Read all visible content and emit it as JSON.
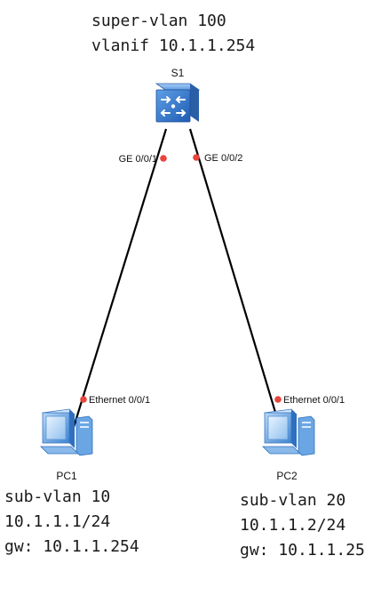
{
  "colors": {
    "background": "#ffffff",
    "link": "#000000",
    "port_dot": "#e8453c",
    "switch_blue": "#2f71c8",
    "pc_blue": "#4a8fd6"
  },
  "switch": {
    "name": "S1",
    "icon": "switch-icon",
    "label_line1": "super-vlan 100",
    "label_line2": "vlanif 10.1.1.254"
  },
  "links": [
    {
      "from_port": "GE 0/0/1",
      "to_port": "Ethernet 0/0/1"
    },
    {
      "from_port": "GE 0/0/2",
      "to_port": "Ethernet 0/0/1"
    }
  ],
  "pcs": [
    {
      "name": "PC1",
      "icon": "pc-icon",
      "line1": "sub-vlan 10",
      "line2": "10.1.1.1/24",
      "line3": "gw: 10.1.1.254"
    },
    {
      "name": "PC2",
      "icon": "pc-icon",
      "line1": "sub-vlan 20",
      "line2": "10.1.1.2/24",
      "line3": "gw: 10.1.1.25"
    }
  ]
}
